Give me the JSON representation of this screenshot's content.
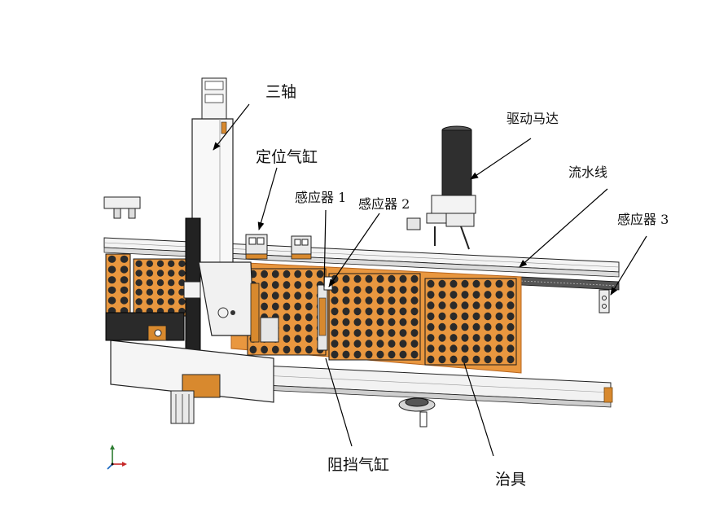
{
  "labels": {
    "three_axis": "三轴",
    "positioning_cylinder": "定位气缸",
    "sensor_1": "感应器 1",
    "sensor_2": "感应器 2",
    "drive_motor": "驱动马达",
    "conveyor_line": "流水线",
    "sensor_3": "感应器 3",
    "stop_cylinder": "阻挡气缸",
    "fixture": "治具"
  },
  "colors": {
    "fixture_orange": "#e9973f",
    "fixture_edge": "#b8651d",
    "socket": "#2a2a2a",
    "frame": "#f2f2f2",
    "outline": "#1a1a1a",
    "motor": "#2f2f2f"
  },
  "triad": {
    "icon": "coordinate-triad-icon"
  }
}
